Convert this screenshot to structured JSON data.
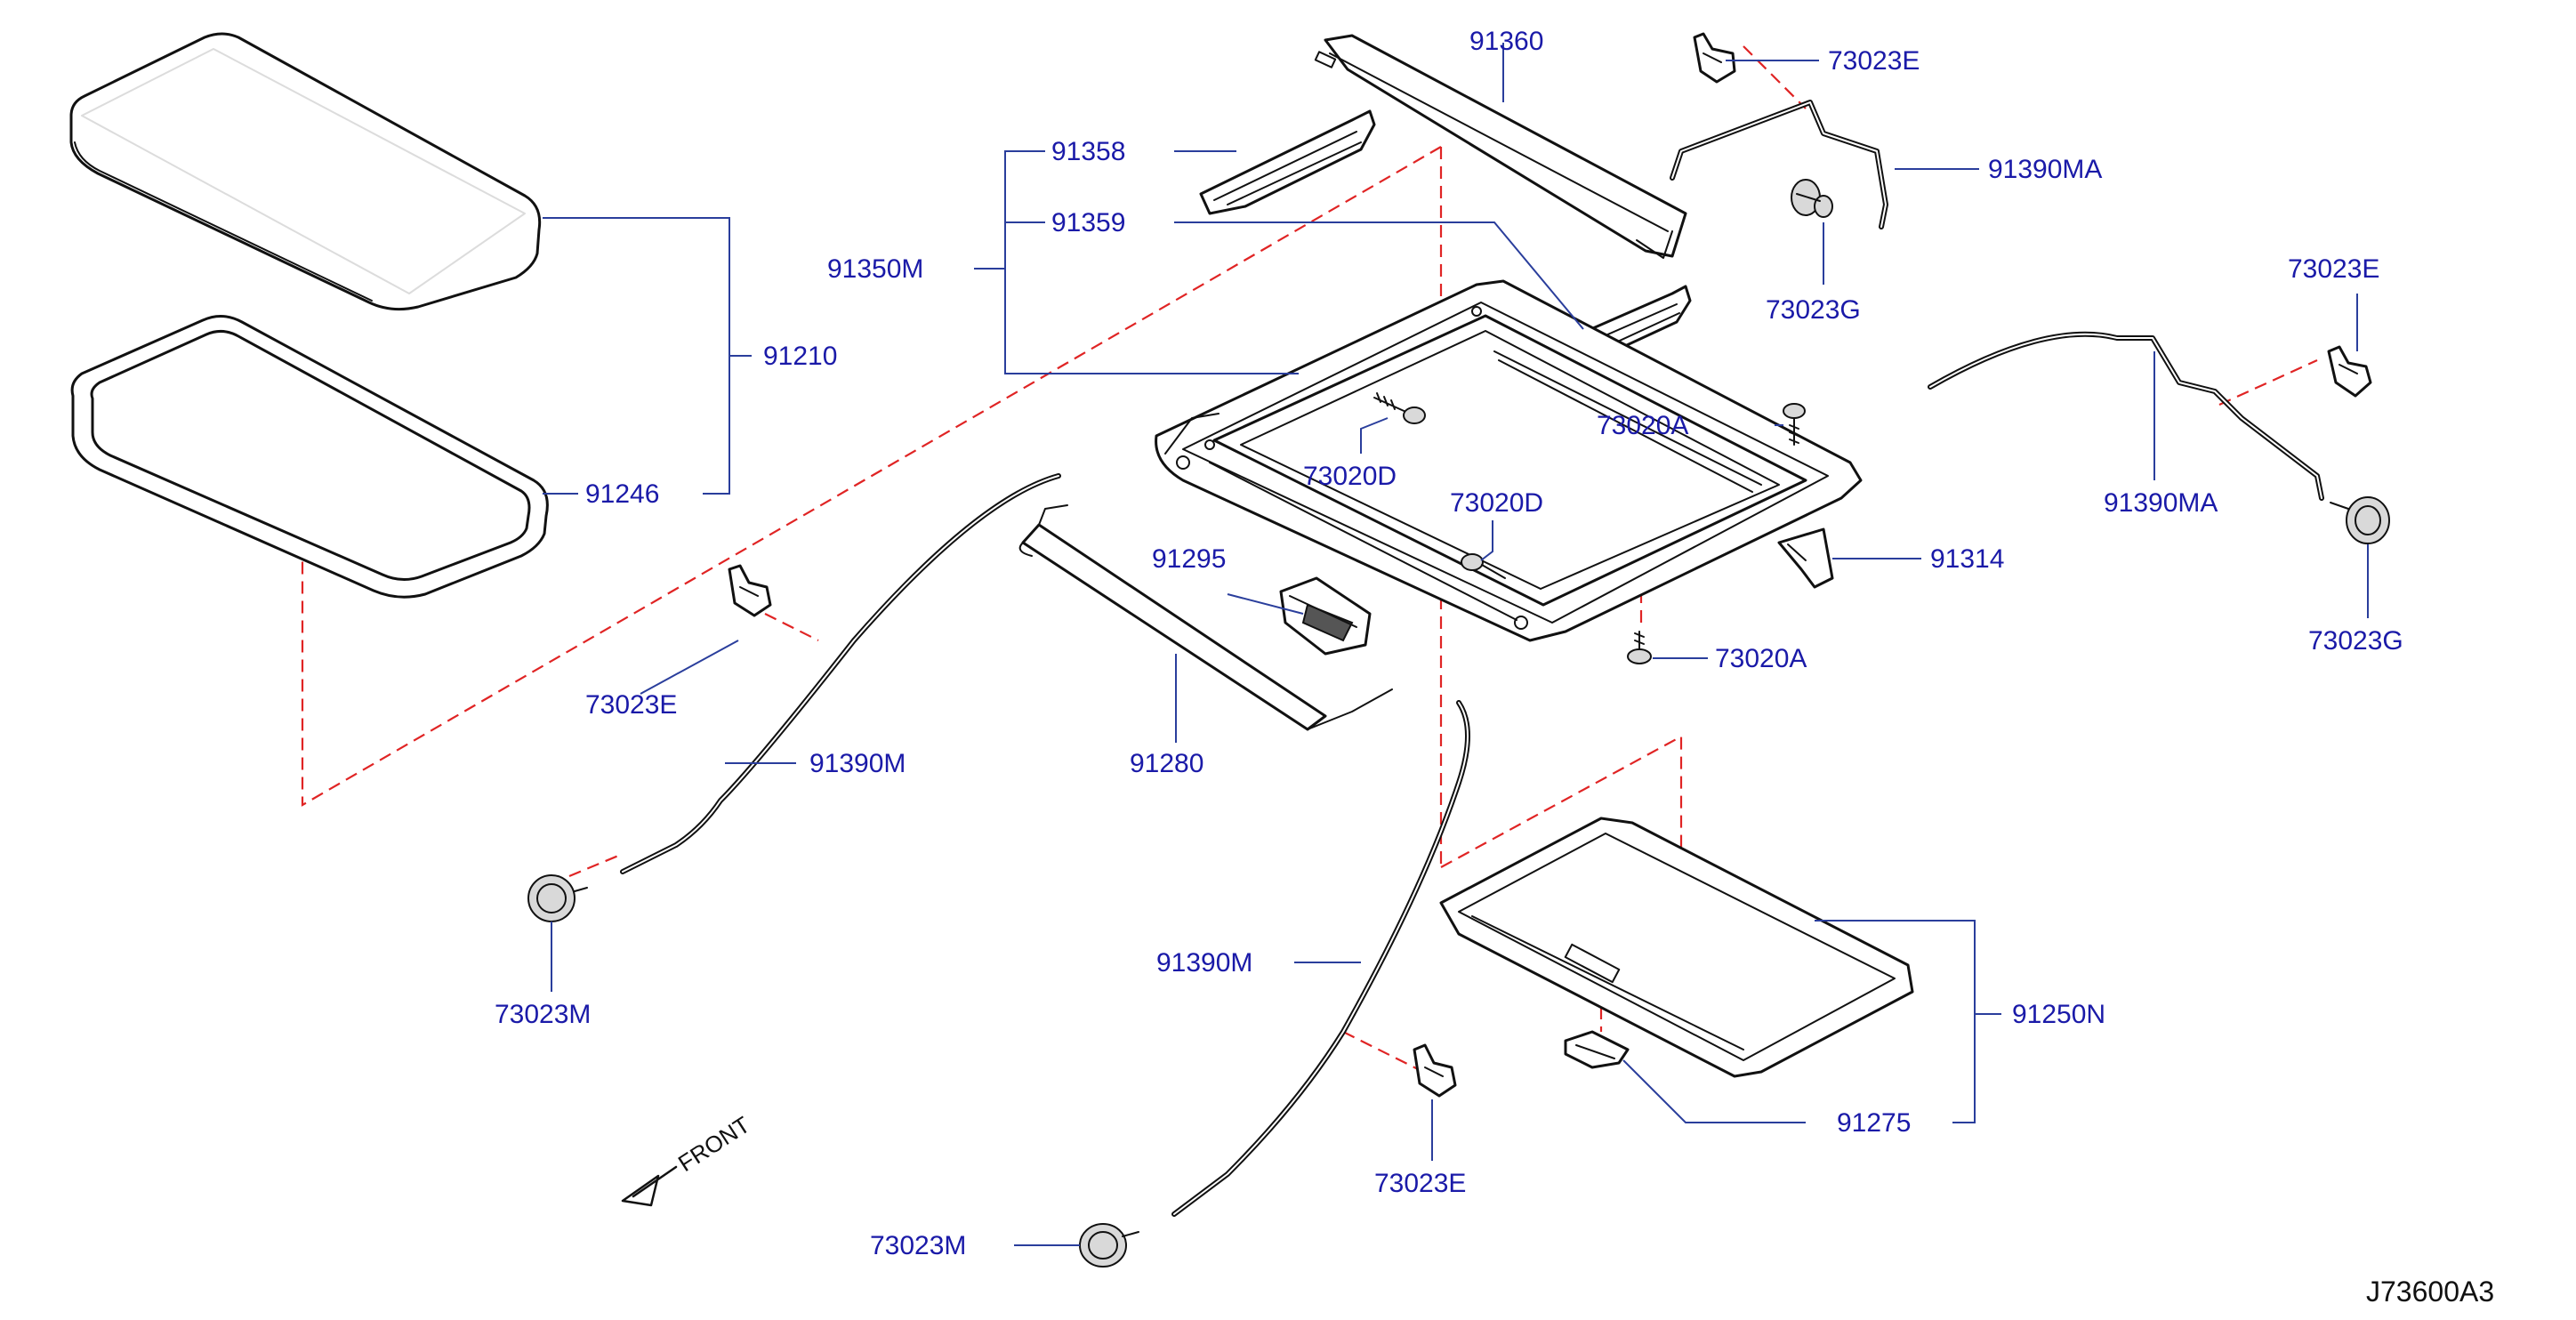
{
  "diagram": {
    "reference_code": "J73600A3",
    "front_indicator": "FRONT",
    "callouts": {
      "glass_lid": "91210",
      "glass_seal": "91246",
      "frame_assembly": "91350M",
      "rail_front": "91358",
      "rail_rear": "91359",
      "front_deflector": "91360",
      "drain_clamp_top": "73023E",
      "drain_hose_top": "91390MA",
      "grommet_top": "73023G",
      "bolt_73020d": "73020D",
      "bolt_73020d_lower": "73020D",
      "bolt_73020a_upper": "73020A",
      "bolt_73020a_lower": "73020A",
      "bracket_91314": "91314",
      "motor_91295": "91295",
      "finisher_91280": "91280",
      "clamp_right": "73023E",
      "hose_right": "91390MA",
      "grommet_right": "73023G",
      "clamp_left": "73023E",
      "hose_left": "91390M",
      "grommet_left": "73023M",
      "hose_bottom": "91390M",
      "clamp_bottom": "73023E",
      "grommet_bottom": "73023M",
      "sunshade": "91250N",
      "handle_91275": "91275"
    }
  }
}
